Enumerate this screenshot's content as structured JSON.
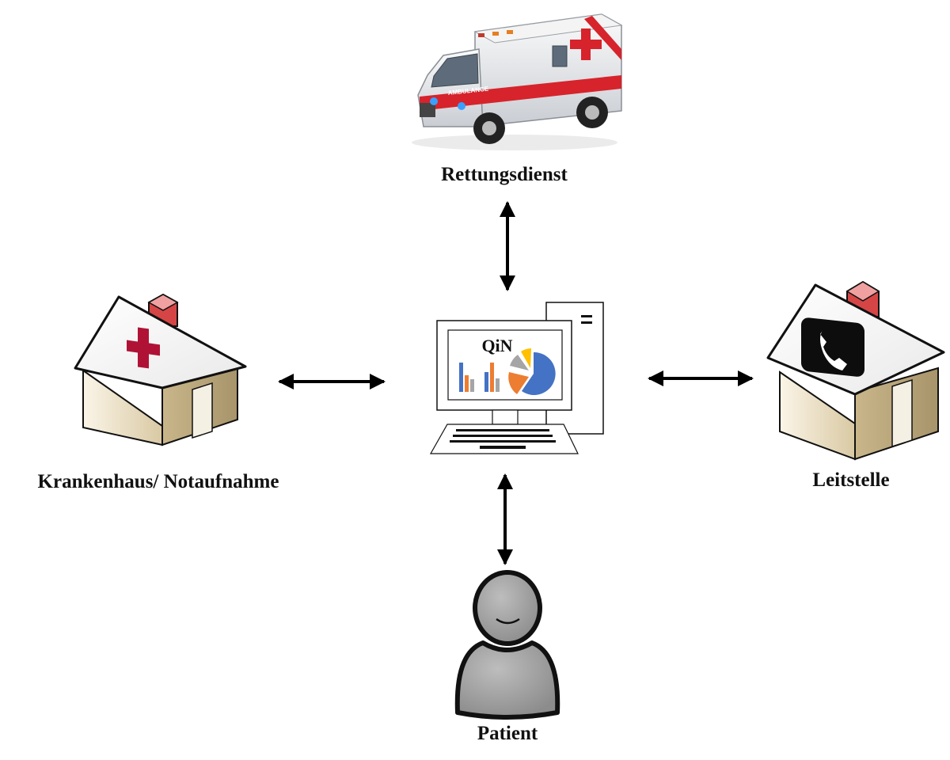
{
  "nodes": {
    "rettungsdienst": {
      "label": "Rettungsdienst",
      "badge": "AMBULANCE"
    },
    "krankenhaus": {
      "label": "Krankenhaus/ Notaufnahme"
    },
    "leitstelle": {
      "label": "Leitstelle"
    },
    "patient": {
      "label": "Patient"
    },
    "center": {
      "screen_title": "QiN"
    }
  },
  "colors": {
    "ambulance_red": "#d7232b",
    "hospital_cross": "#b01236",
    "bar_blue": "#4472c4",
    "bar_orange": "#ed7d31",
    "bar_gray": "#a5a5a5",
    "pie_yellow": "#ffc000"
  },
  "edges": [
    {
      "from": "center",
      "to": "rettungsdienst",
      "direction": "bidirectional"
    },
    {
      "from": "center",
      "to": "krankenhaus",
      "direction": "bidirectional"
    },
    {
      "from": "center",
      "to": "leitstelle",
      "direction": "bidirectional"
    },
    {
      "from": "center",
      "to": "patient",
      "direction": "bidirectional"
    }
  ]
}
